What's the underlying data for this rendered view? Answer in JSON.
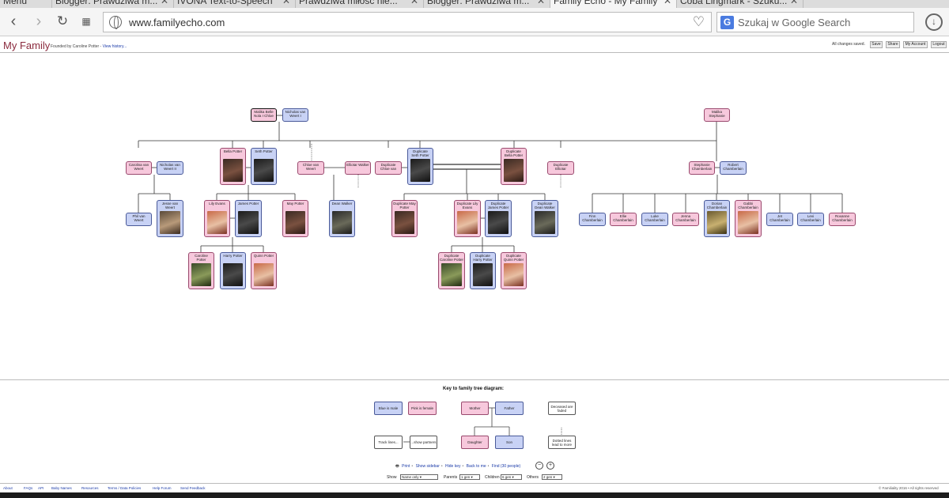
{
  "browser": {
    "tabs": [
      {
        "label": "Menu"
      },
      {
        "label": "Blogger: Prawdziwa m..."
      },
      {
        "label": "IVONA Text-to-Speech"
      },
      {
        "label": "Prawdziwa miłość nie..."
      },
      {
        "label": "Blogger: Prawdziwa m..."
      },
      {
        "label": "Family Echo - My Family"
      },
      {
        "label": "Coba Lingmark - Szuku..."
      }
    ],
    "url": "www.familyecho.com",
    "search_placeholder": "Szukaj w Google Search",
    "search_engine_letter": "G"
  },
  "header": {
    "title": "My Family",
    "founded": "Founded by Caroline Potter -",
    "history_link": "View history...",
    "saved": "All changes saved.",
    "save_label": "Save",
    "share_label": "Share",
    "account_label": "My Account",
    "logout_label": "Logout"
  },
  "tree": {
    "people": [
      {
        "name": "Malika Belle Nola I Chloe",
        "sex": "f",
        "selected": true
      },
      {
        "name": "Nicholas van Weert I",
        "sex": "m"
      },
      {
        "name": "Malika Stephanie",
        "sex": "f"
      },
      {
        "name": "Carolina van Weert",
        "sex": "f"
      },
      {
        "name": "Nicholas van Weert II",
        "sex": "m"
      },
      {
        "name": "Bella Potter",
        "sex": "f"
      },
      {
        "name": "Seth Potter",
        "sex": "m"
      },
      {
        "name": "Chloe van Weert",
        "sex": "f"
      },
      {
        "name": "Elliotar Walker",
        "sex": "f"
      },
      {
        "name": "Duplicate Chloe van",
        "sex": "f"
      },
      {
        "name": "Duplicate Seth Potter",
        "sex": "m"
      },
      {
        "name": "Duplicate Bella Potter",
        "sex": "f"
      },
      {
        "name": "Duplicate Elliotar",
        "sex": "f"
      },
      {
        "name": "Stephanie Chamberlain",
        "sex": "f"
      },
      {
        "name": "Robert Chamberlain",
        "sex": "m"
      },
      {
        "name": "Phil van Weert",
        "sex": "m"
      },
      {
        "name": "Jesse van Weert",
        "sex": "m"
      },
      {
        "name": "Lily Evans",
        "sex": "f"
      },
      {
        "name": "James Potter",
        "sex": "m"
      },
      {
        "name": "May Potter",
        "sex": "f"
      },
      {
        "name": "Dean Walker",
        "sex": "m"
      },
      {
        "name": "Duplicate May Potter",
        "sex": "f"
      },
      {
        "name": "Duplicate Lily Evans",
        "sex": "f"
      },
      {
        "name": "Duplicate James Potter",
        "sex": "m"
      },
      {
        "name": "Duplicate Dean Walker",
        "sex": "m"
      },
      {
        "name": "Finn Chamberlain",
        "sex": "m"
      },
      {
        "name": "Ellie Chamberlain",
        "sex": "f"
      },
      {
        "name": "Luke Chamberlain",
        "sex": "m"
      },
      {
        "name": "Jenna Chamberlain",
        "sex": "f"
      },
      {
        "name": "Dorian Chamberlain",
        "sex": "m"
      },
      {
        "name": "Gabbi Chamberlain",
        "sex": "f"
      },
      {
        "name": "Jet Chamberlain",
        "sex": "m"
      },
      {
        "name": "Levi Chamberlain",
        "sex": "m"
      },
      {
        "name": "Roxanne Chamberlain",
        "sex": "f"
      },
      {
        "name": "Caroline Potter",
        "sex": "f"
      },
      {
        "name": "Harry Potter",
        "sex": "m"
      },
      {
        "name": "Quinn Potter",
        "sex": "f"
      },
      {
        "name": "Duplicate Caroline Potter",
        "sex": "f"
      },
      {
        "name": "Duplicate Harry Potter",
        "sex": "m"
      },
      {
        "name": "Duplicate Quinn Potter",
        "sex": "f"
      }
    ]
  },
  "key": {
    "title": "Key to family tree diagram:",
    "blue_male": "Blue is male",
    "pink_female": "Pink is female",
    "mother": "Mother",
    "father": "Father",
    "deceased": "Deceased are faded",
    "track": "Track lines...",
    "partners": "...show partners",
    "daughter": "Daughter",
    "son": "Son",
    "dotted": "Dotted lines lead to more"
  },
  "actions": {
    "print": "Print",
    "show_sidebar": "Show sidebar",
    "hide_key": "Hide key",
    "back_to_me": "Back to me",
    "find": "Find (30 people)"
  },
  "show": {
    "show_label": "Show",
    "show_value": "Name only",
    "parents_label": "Parents",
    "parents_value": "1 gen",
    "children_label": "Children",
    "children_value": "6 gen",
    "others_label": "Others",
    "others_value": "2 gen"
  },
  "footer": {
    "links": [
      "About",
      "FAQs",
      "API",
      "Baby Names",
      "Resources",
      "Terms / Data Policies",
      "Help Forum",
      "Send Feedback"
    ],
    "copyright": "© Familiality 2016 • All rights reserved"
  },
  "colors": {
    "male": "#c8d2f5",
    "female": "#f7c8dc",
    "title": "#8b2b3e",
    "link": "#1a3aa8"
  }
}
